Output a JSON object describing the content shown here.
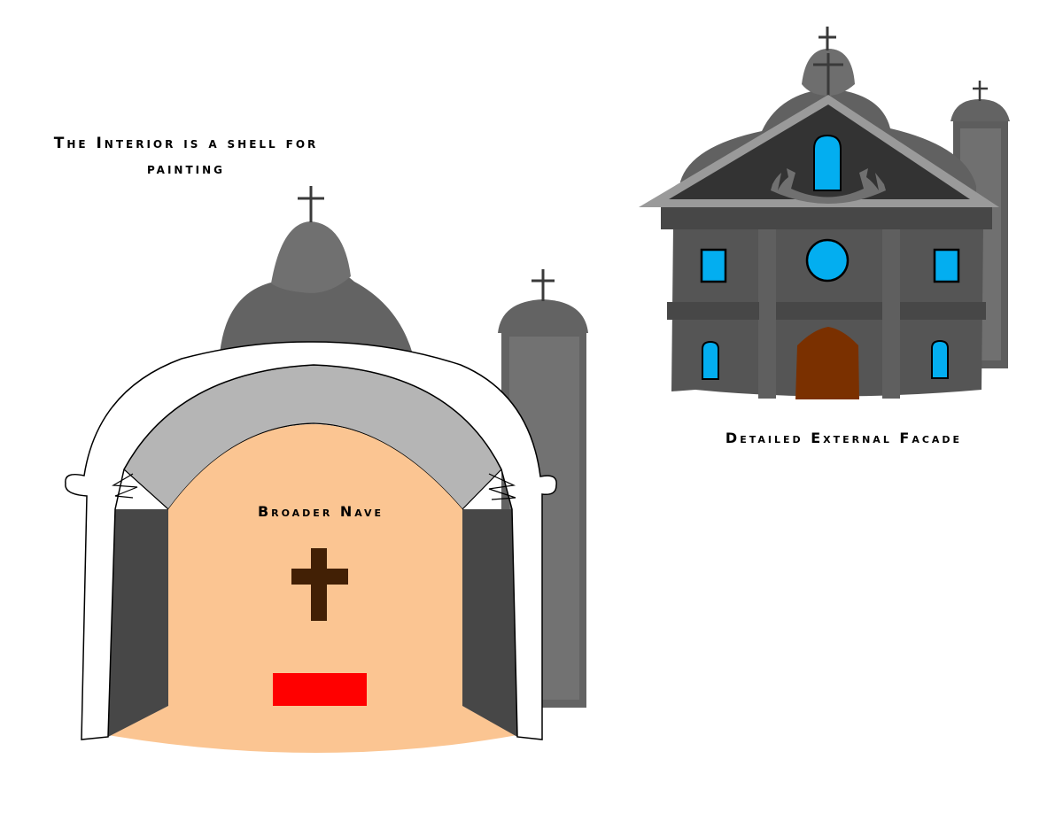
{
  "labels": {
    "interior_caption_line1": "The Interior is a shell for",
    "interior_caption_line2": "painting",
    "nave": "Broader Nave",
    "facade": "Detailed External Facade"
  },
  "colors": {
    "dome_dark": "#636363",
    "dome_light": "#6e6e6e",
    "tower": "#6b6b6b",
    "wall_dark": "#474747",
    "vault_grey": "#b5b5b5",
    "nave_peach": "#fbc592",
    "altar_cross": "#422005",
    "altar_red": "#ff0000",
    "window_blue": "#03aef0",
    "door_brown": "#7a3000",
    "facade_wall": "#555555",
    "pediment": "#333333",
    "pediment_trim": "#9a9a9a"
  }
}
